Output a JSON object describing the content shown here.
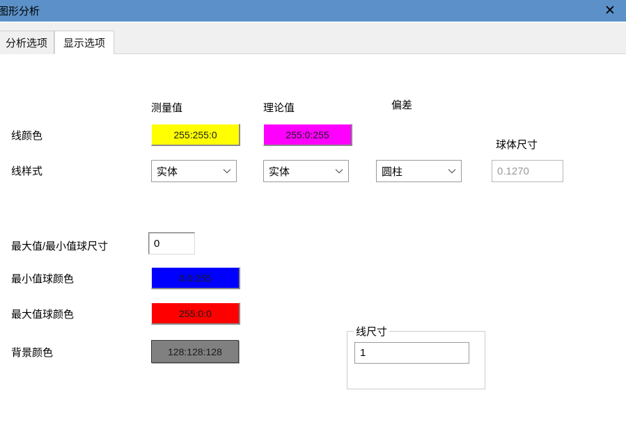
{
  "window": {
    "title": "图形分析",
    "close_icon": "close-icon",
    "titlebar_color": "#5b91c8"
  },
  "tabs": [
    {
      "label": "分析选项",
      "active": false
    },
    {
      "label": "显示选项",
      "active": true
    }
  ],
  "columns": {
    "measured": "测量值",
    "theoretical": "理论值",
    "deviation": "偏差"
  },
  "rows": {
    "line_color": {
      "label": "线颜色",
      "measured": {
        "value": "255:255:0",
        "color": "#ffff00",
        "text_color": "#1a1a1a"
      },
      "theoretical": {
        "value": "255:0:255",
        "color": "#ff00ff",
        "text_color": "#1a1a1a"
      }
    },
    "line_style": {
      "label": "线样式",
      "measured": "实体",
      "theoretical": "实体",
      "deviation": "圆柱"
    },
    "sphere_size": {
      "label": "球体尺寸",
      "value": "0.1270",
      "disabled": true
    },
    "max_min_sphere_size": {
      "label": "最大值/最小值球尺寸",
      "value": "0"
    },
    "min_sphere_color": {
      "label": "最小值球颜色",
      "value": "0:0:255",
      "color": "#0000ff",
      "text_color": "#1a1a1a"
    },
    "max_sphere_color": {
      "label": "最大值球颜色",
      "value": "255:0:0",
      "color": "#ff0000",
      "text_color": "#1a1a1a"
    },
    "background_color": {
      "label": "背景颜色",
      "value": "128:128:128",
      "color": "#808080",
      "text_color": "#1a1a1a"
    }
  },
  "line_size_group": {
    "title": "线尺寸",
    "value": "1"
  }
}
